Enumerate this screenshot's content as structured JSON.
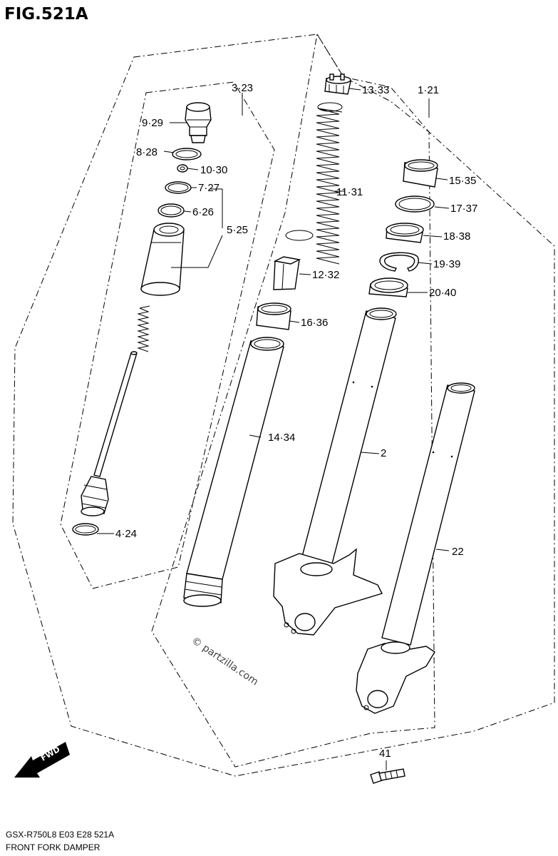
{
  "figure": {
    "title": "FIG.521A",
    "model_code": "GSX-R750L8  E03  E28  521A",
    "caption": "FRONT FORK DAMPER",
    "watermark": "© partzilla.com",
    "fwd_label": "FWD"
  },
  "callouts": [
    {
      "id": "c-3-23",
      "label": "3·23"
    },
    {
      "id": "c-9-29",
      "label": "9·29"
    },
    {
      "id": "c-8-28",
      "label": "8·28"
    },
    {
      "id": "c-10-30",
      "label": "10·30"
    },
    {
      "id": "c-7-27",
      "label": "7·27"
    },
    {
      "id": "c-6-26",
      "label": "6·26"
    },
    {
      "id": "c-5-25",
      "label": "5·25"
    },
    {
      "id": "c-4-24",
      "label": "4·24"
    },
    {
      "id": "c-13-33",
      "label": "13·33"
    },
    {
      "id": "c-11-31",
      "label": "11·31"
    },
    {
      "id": "c-12-32",
      "label": "12·32"
    },
    {
      "id": "c-16-36",
      "label": "16·36"
    },
    {
      "id": "c-14-34",
      "label": "14·34"
    },
    {
      "id": "c-1-21",
      "label": "1·21"
    },
    {
      "id": "c-15-35",
      "label": "15·35"
    },
    {
      "id": "c-17-37",
      "label": "17·37"
    },
    {
      "id": "c-18-38",
      "label": "18·38"
    },
    {
      "id": "c-19-39",
      "label": "19·39"
    },
    {
      "id": "c-20-40",
      "label": "20·40"
    },
    {
      "id": "c-2",
      "label": "2"
    },
    {
      "id": "c-22",
      "label": "22"
    },
    {
      "id": "c-41",
      "label": "41"
    }
  ]
}
